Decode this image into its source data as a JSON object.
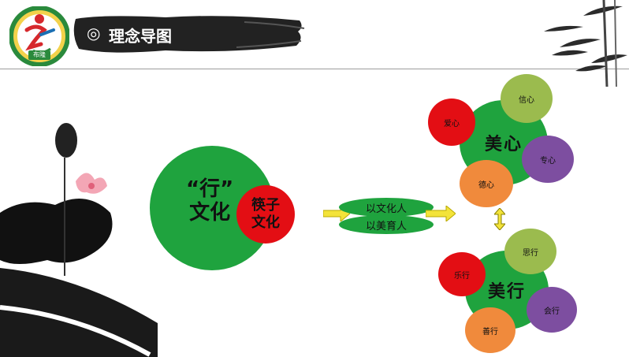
{
  "title": {
    "bullet": "◎",
    "text": "理念导图"
  },
  "logo": {
    "badge_text": "布隆",
    "colors": {
      "ring": "#2a8a3c",
      "fill": "#f3d24b",
      "accent": "#d6282c"
    }
  },
  "main_node": {
    "outer_line1": "“行”",
    "outer_line2": "文化",
    "inner_line1": "筷子",
    "inner_line2": "文化"
  },
  "connectors": {
    "top": "以文化人",
    "bottom": "以美育人"
  },
  "meixin_cluster": {
    "center": "美心",
    "nodes": [
      "爱心",
      "信心",
      "专心",
      "德心"
    ]
  },
  "meixing_cluster": {
    "center": "美行",
    "nodes": [
      "乐行",
      "思行",
      "会行",
      "善行"
    ]
  },
  "colors": {
    "green": "#1fa33e",
    "red": "#e30e14",
    "olive": "#9bbb4e",
    "purple": "#7d4ea0",
    "orange": "#f08a3c",
    "arrow": "#f3e33a"
  }
}
